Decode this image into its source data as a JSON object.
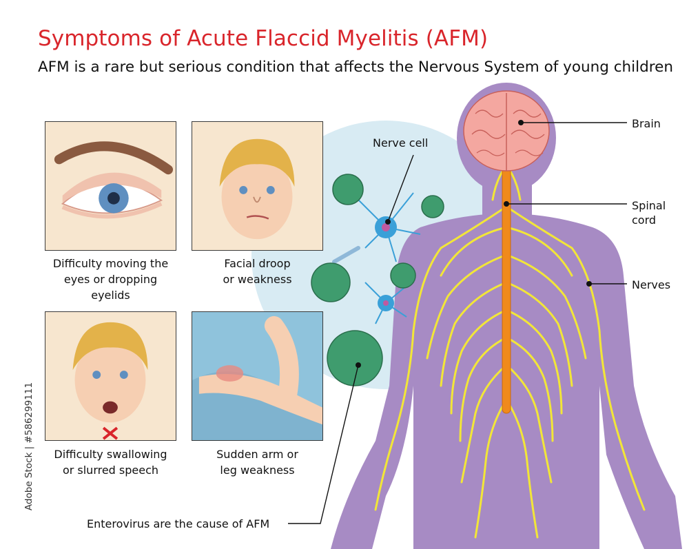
{
  "header": {
    "title": "Symptoms of Acute Flaccid Myelitis (AFM)",
    "subtitle": "AFM is a rare but serious condition that affects the Nervous System of young children"
  },
  "symptoms": [
    {
      "caption": "Difficulty moving the\neyes or dropping\neyelids",
      "icon": "drooping-eye"
    },
    {
      "caption": "Facial droop\nor weakness",
      "icon": "child-face"
    },
    {
      "caption": "Difficulty swallowing\nor slurred speech",
      "icon": "child-face-mouth-open"
    },
    {
      "caption": "Sudden arm or\nleg weakness",
      "icon": "arm-weakness"
    }
  ],
  "labels": {
    "nerve_cell": "Nerve cell",
    "brain": "Brain",
    "spinal_cord": "Spinal\ncord",
    "nerves": "Nerves",
    "enterovirus": "Enterovirus are the cause of AFM"
  },
  "watermark": "Adobe Stock | #586299111",
  "colors": {
    "title": "#d9252b",
    "panel_bg": "#f7e6cf",
    "body": "#a78bc4",
    "nerves": "#f2e638",
    "spinal_cord": "#f08a1c",
    "brain": "#f4a7a0",
    "virus": "#3f9c6e",
    "neuron": "#3aa0d8",
    "lens_bg": "#d8ebf3"
  }
}
